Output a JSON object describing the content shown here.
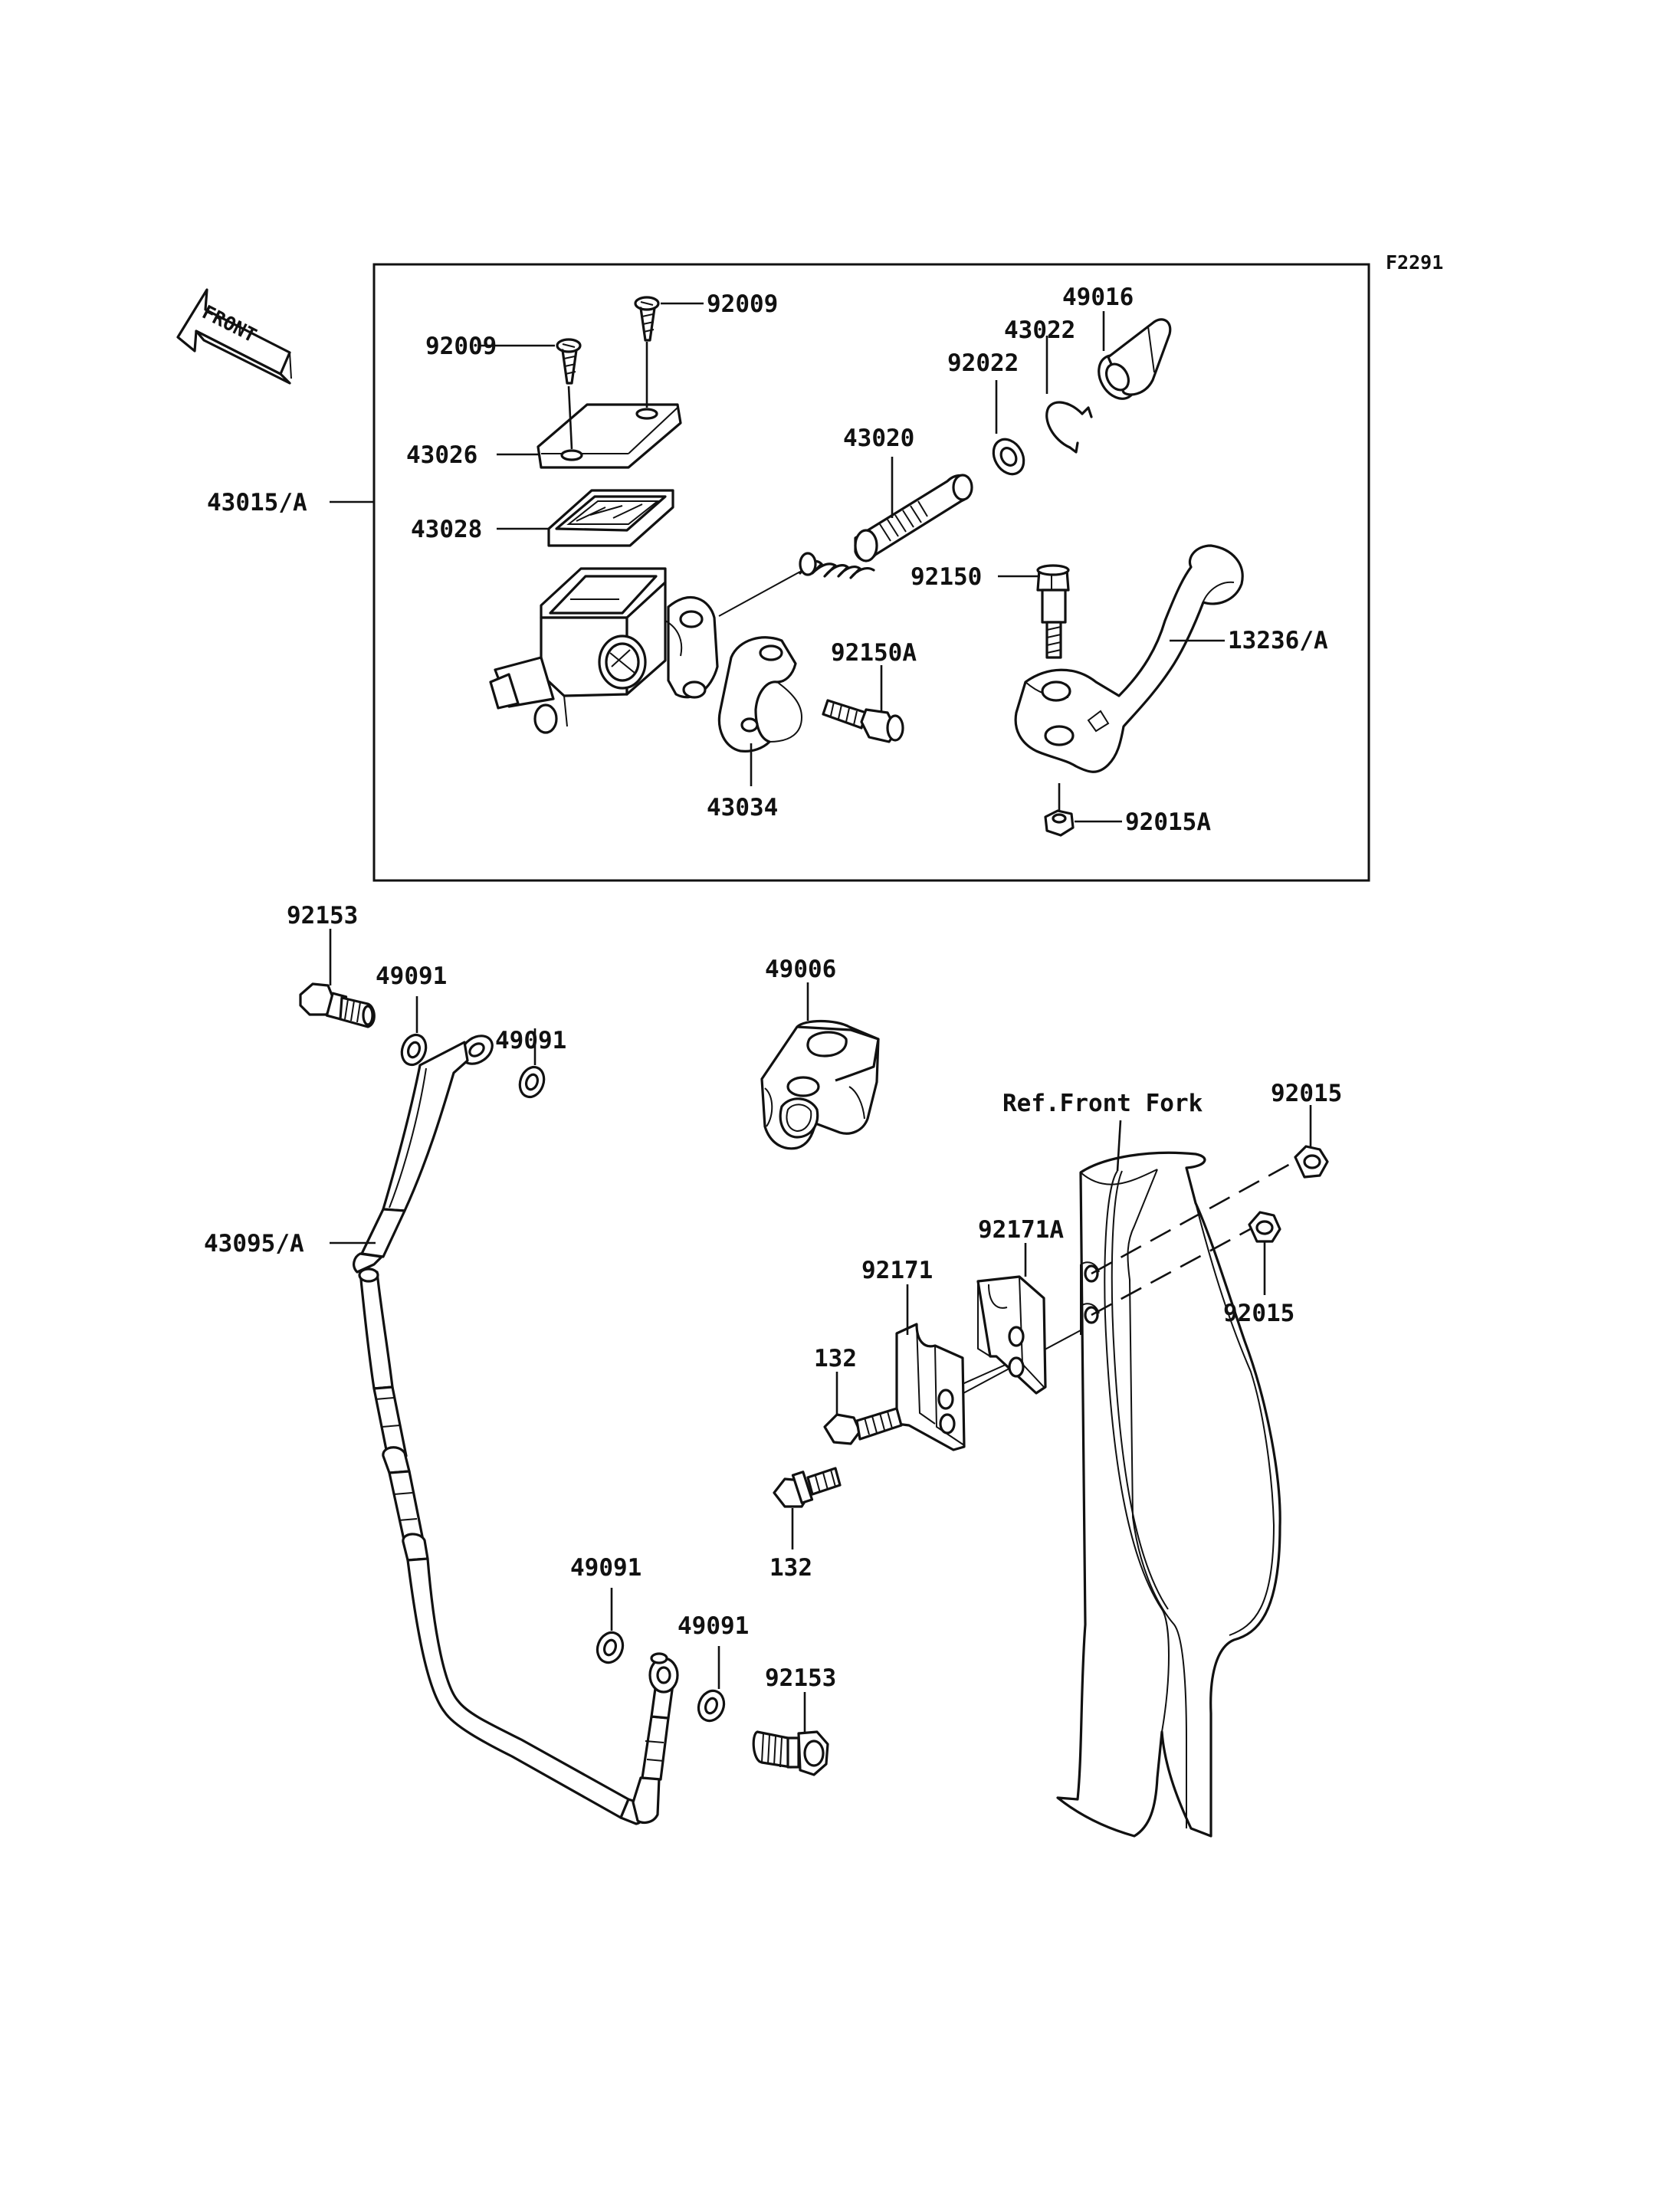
{
  "figure_code": "F2291",
  "front_arrow_label": "FRONT",
  "reference_label": "Ref.Front Fork",
  "parts": {
    "screw_a": "92009",
    "screw_b": "92009",
    "cap": "43026",
    "diaphragm": "43028",
    "master_cylinder_assembly": "43015/A",
    "piston_assembly": "43020",
    "washer": "92022",
    "circlip": "43022",
    "boot": "49016",
    "lever_bolt": "92150",
    "lever_assembly": "13236/A",
    "clamp_bolt": "92150A",
    "clamp": "43034",
    "lever_nut": "92015A",
    "banjo_bolt_top": "92153",
    "gasket_1": "49091",
    "gasket_2": "49091",
    "hose_assembly": "43095/A",
    "cover": "49006",
    "nut_1": "92015",
    "nut_2": "92015",
    "bracket": "92171",
    "bracket_a": "92171A",
    "bolt_1": "132",
    "bolt_2": "132",
    "gasket_3": "49091",
    "gasket_4": "49091",
    "banjo_bolt_bottom": "92153"
  }
}
